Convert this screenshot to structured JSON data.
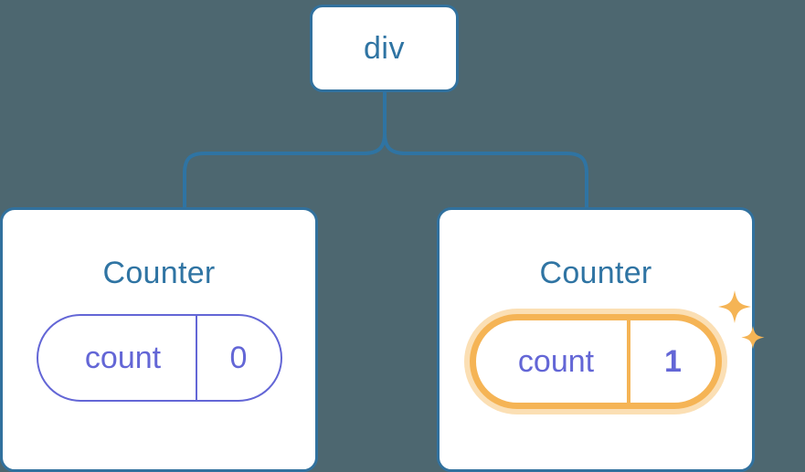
{
  "diagram": {
    "title": "react-component-state-update-tree",
    "background_color": "#4d6770",
    "node_border_color": "#31719e",
    "node_text_color": "#2f74a3",
    "state_color": "#6366d6",
    "highlight_color": "#f5b455",
    "highlight_glow_color": "#fbdfb4",
    "connector_color": "#2f74a3"
  },
  "root": {
    "label": "div"
  },
  "children": [
    {
      "label": "Counter",
      "state": {
        "key": "count",
        "value": "0",
        "highlighted": false
      }
    },
    {
      "label": "Counter",
      "state": {
        "key": "count",
        "value": "1",
        "highlighted": true
      },
      "sparkle_icon": "sparkles-icon"
    }
  ]
}
